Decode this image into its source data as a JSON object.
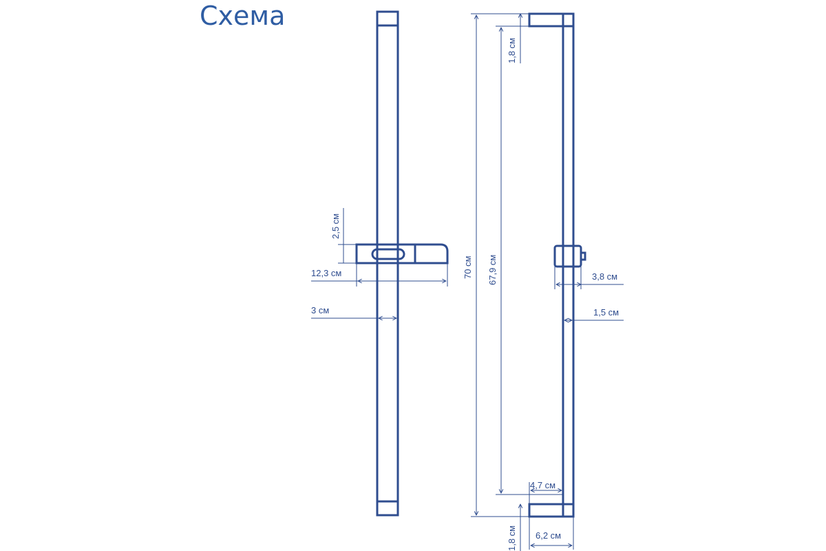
{
  "title": "Схема",
  "colors": {
    "line": "#2f4d8f",
    "title": "#2f5da3"
  },
  "dimensions": {
    "holder_height": "2,5 см",
    "holder_length": "12,3 см",
    "bar_width": "3 см",
    "total_height": "70 см",
    "bar_length": "67,9 см",
    "top_bracket_height": "1,8 см",
    "slider_depth": "3,8 см",
    "bar_depth": "1,5 см",
    "bracket_offset": "4,7 см",
    "bottom_bracket_height": "1,8 см",
    "bracket_depth": "6,2 см"
  }
}
